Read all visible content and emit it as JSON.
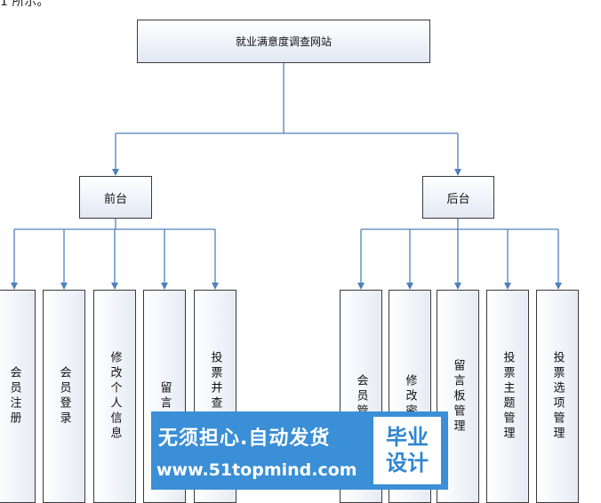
{
  "top_text": "1 所示。",
  "root": {
    "label": "就业满意度调查网站"
  },
  "branches": [
    {
      "label": "前台",
      "children": [
        "会员注册",
        "会员登录",
        "修改个人信息",
        "留言",
        "投票并查看投"
      ]
    },
    {
      "label": "后台",
      "children": [
        "会员管",
        "修改密",
        "留言板管理",
        "投票主题管理",
        "投票选项管理"
      ]
    }
  ],
  "watermark": {
    "line1": "无须担心.自动发货",
    "line2": "www.51topmind.com",
    "badge_top": "毕业",
    "badge_bottom": "设计"
  },
  "colors": {
    "connector": "#4f81bd",
    "box_border": "#3a3a3a",
    "watermark_bg": "#3a8fd6"
  }
}
